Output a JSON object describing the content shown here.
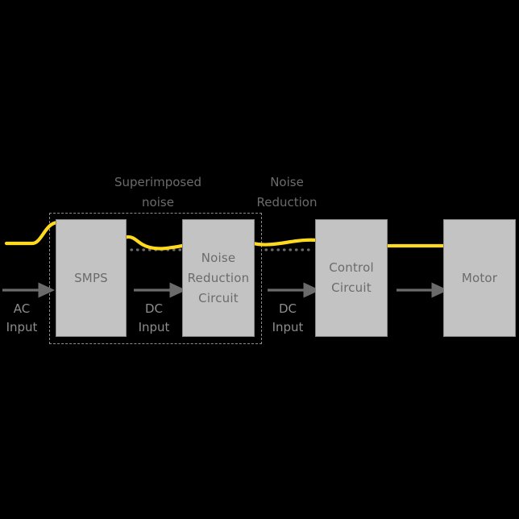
{
  "diagram": {
    "title_visible": false,
    "background_color": "#000000",
    "block_fill": "#c3c3c3",
    "block_border": "#8a8a8a",
    "block_text_color": "#6b6b6b",
    "caption_color": "#6b6b6b",
    "io_label_color": "#8d8d8d",
    "waveform_color": "#ffd91e",
    "arrow_color": "#6b6b6b",
    "dashed_color": "#8d8d8d",
    "dotted_color": "#6b6b6b"
  },
  "blocks": [
    {
      "id": "smps",
      "label": "SMPS"
    },
    {
      "id": "noise-reduction-circuit",
      "label": "Noise\nReduction\nCircuit"
    },
    {
      "id": "control-circuit",
      "label": "Control\nCircuit"
    },
    {
      "id": "motor",
      "label": "Motor"
    }
  ],
  "captions": [
    {
      "id": "superimposed-noise",
      "label": "Superimposed\nnoise"
    },
    {
      "id": "noise-reduction",
      "label": "Noise\nReduction"
    }
  ],
  "io_labels": [
    {
      "id": "ac-input",
      "label": "AC\nInput"
    },
    {
      "id": "dc-input-1",
      "label": "DC\nInput"
    },
    {
      "id": "dc-input-2",
      "label": "DC\nInput"
    }
  ],
  "arrows": [
    {
      "id": "arrow-ac-to-smps"
    },
    {
      "id": "arrow-smps-to-noise-reduction"
    },
    {
      "id": "arrow-noise-reduction-to-control"
    },
    {
      "id": "arrow-control-to-motor"
    }
  ],
  "annotations": {
    "waveform_name": "noise-waveform",
    "dotted_reference_1": "dc-reference-line-1",
    "dotted_reference_2": "dc-reference-line-2",
    "dashed_region": "noise-region-outline"
  }
}
